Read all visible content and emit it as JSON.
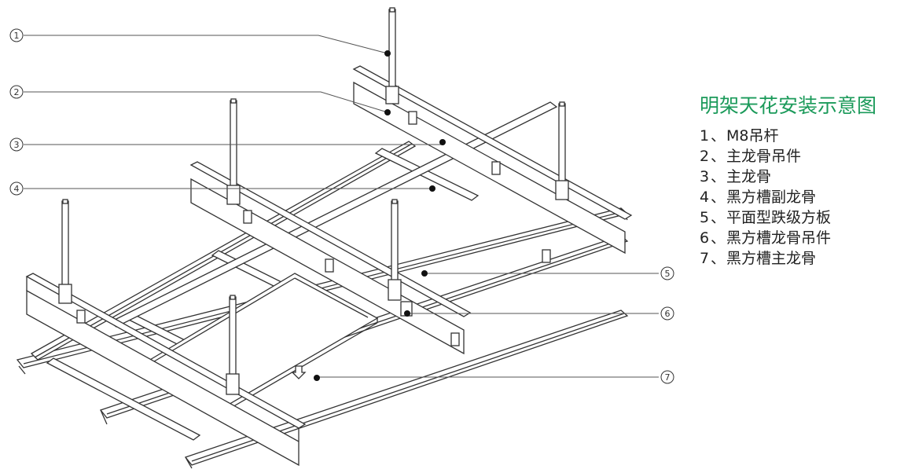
{
  "title": "明架天花安装示意图",
  "legend": [
    {
      "num": "1",
      "text": "M8吊杆"
    },
    {
      "num": "2",
      "text": "主龙骨吊件"
    },
    {
      "num": "3",
      "text": "主龙骨"
    },
    {
      "num": "4",
      "text": "黑方槽副龙骨"
    },
    {
      "num": "5",
      "text": "平面型跌级方板"
    },
    {
      "num": "6",
      "text": "黑方槽龙骨吊件"
    },
    {
      "num": "7",
      "text": "黑方槽主龙骨"
    }
  ],
  "legend_separator": "、",
  "colors": {
    "title": "#1b9a5a",
    "text": "#222222",
    "line": "#333333",
    "dot": "#111111"
  }
}
